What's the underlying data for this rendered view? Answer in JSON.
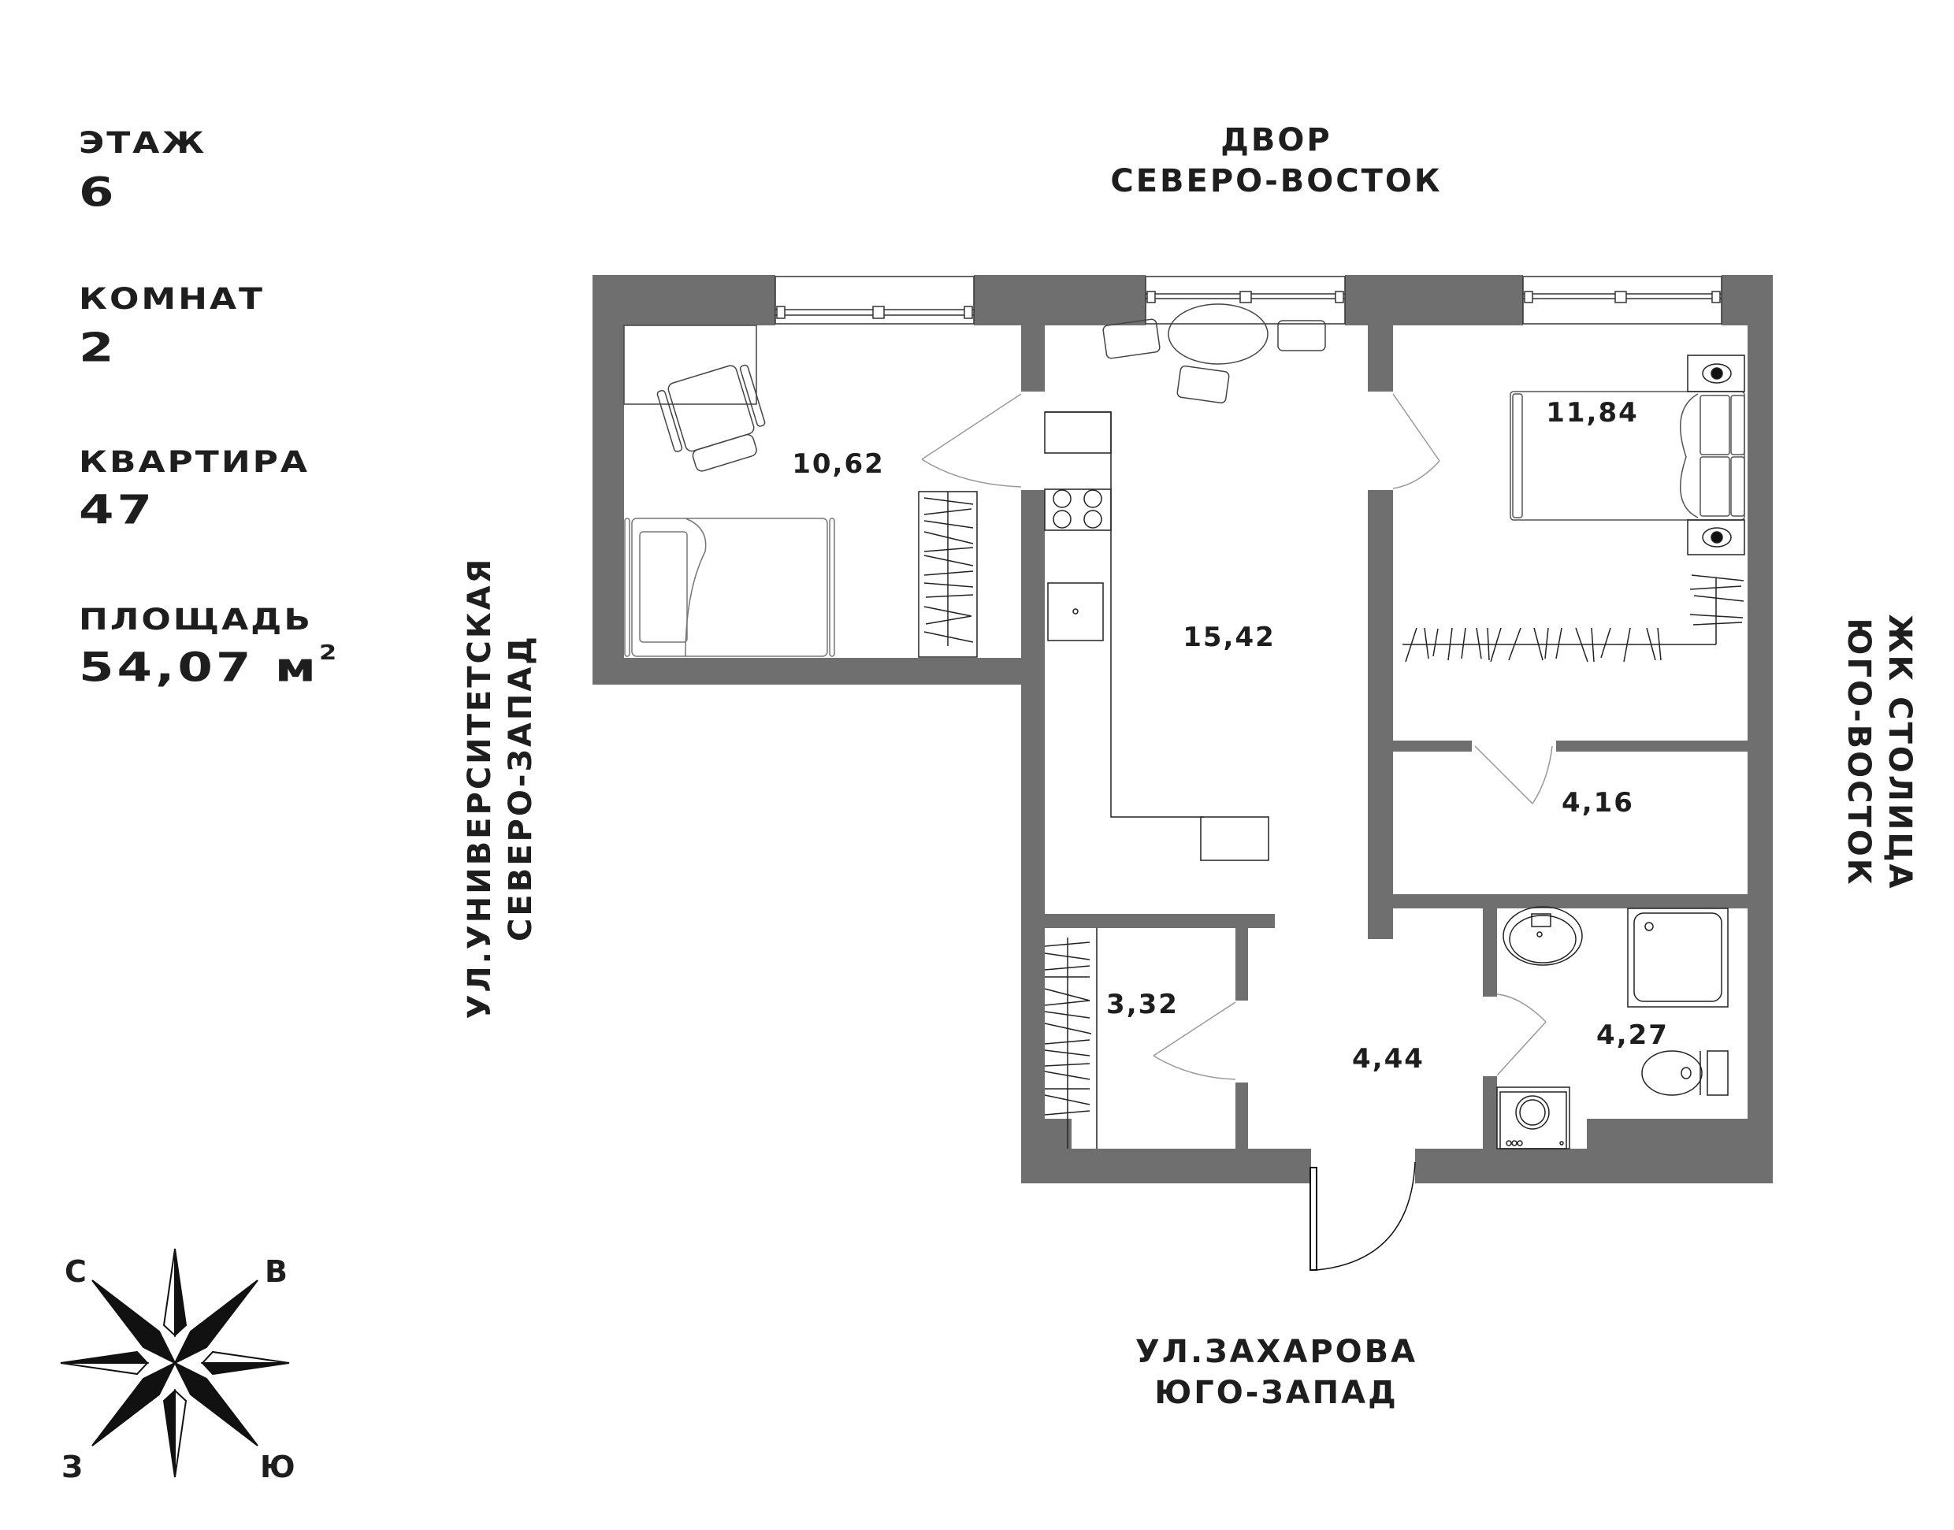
{
  "apartment_info": {
    "floor_label": "ЭТАЖ",
    "floor_value": "6",
    "rooms_label": "КОМНАТ",
    "rooms_value": "2",
    "apartment_label": "КВАРТИРА",
    "apartment_value": "47",
    "area_label": "ПЛОЩАДЬ",
    "area_value": "54,07 м",
    "area_unit_sup": "2"
  },
  "orientation": {
    "top": {
      "line1": "ДВОР",
      "line2": "СЕВЕРО-ВОСТОК"
    },
    "bottom": {
      "line1": "УЛ.ЗАХАРОВА",
      "line2": "ЮГО-ЗАПАД"
    },
    "left": {
      "line1": "УЛ.УНИВЕРСИТЕТСКАЯ",
      "line2": "СЕВЕРО-ЗАПАД"
    },
    "right": {
      "line1": "ЖК СТОЛИЦА",
      "line2": "ЮГО-ВОСТОК"
    }
  },
  "rooms": [
    {
      "id": "bedroom-1",
      "area": "10,62"
    },
    {
      "id": "kitchen-living",
      "area": "15,42"
    },
    {
      "id": "bedroom-2",
      "area": "11,84"
    },
    {
      "id": "walk-in-closet",
      "area": "4,16"
    },
    {
      "id": "storage",
      "area": "3,32"
    },
    {
      "id": "hallway",
      "area": "4,44"
    },
    {
      "id": "bathroom",
      "area": "4,27"
    }
  ],
  "compass": {
    "north": "С",
    "east": "В",
    "west": "З",
    "south": "Ю"
  },
  "colors": {
    "wall": "#6f6f6f",
    "text": "#1e1e1e",
    "furniture_line": "#333333",
    "background": "#ffffff"
  }
}
